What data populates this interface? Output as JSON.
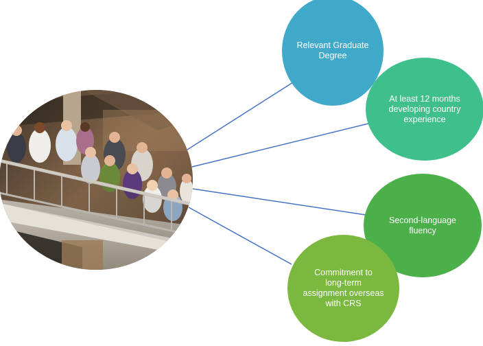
{
  "diagram": {
    "colors": {
      "connector": "#4472c4",
      "node_fills": [
        "#40a9c9",
        "#3fbf8c",
        "#4cb04a",
        "#7ab83f"
      ]
    },
    "photo": {
      "description_icon": "group-photo",
      "colors": {
        "wall": "#7d5a3c",
        "railing": "#c9c6bf",
        "shadow": "#2b241d"
      }
    },
    "nodes": [
      {
        "text": "Relevant Graduate\nDegree"
      },
      {
        "text": "At least 12 months\ndeveloping country\nexperience"
      },
      {
        "text": "Second-language\nfluency"
      },
      {
        "text": "Commitment to\nlong-term\nassignment overseas\nwith CRS"
      }
    ]
  }
}
